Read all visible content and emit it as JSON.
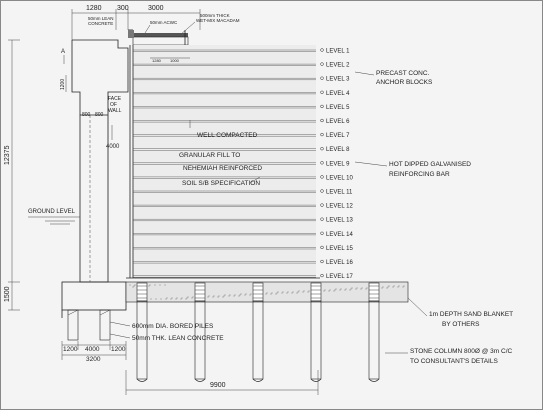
{
  "dims_top": [
    "1280",
    "300",
    "3000"
  ],
  "top_labels": {
    "lean_concrete": "50mm LEAN\nCONCRETE",
    "asphalt": "50mm ACWC",
    "macadam": "500mm THICK\nWET-MIX MACADAM"
  },
  "left_dims": {
    "h1200": "1200",
    "d800a": "800",
    "d800b": "800",
    "face_of_wall": "FACE\nOF\nWALL",
    "d4000": "4000",
    "h12375": "12375",
    "ground_level": "GROUND LEVEL",
    "h1500": "1500"
  },
  "section_marker": "A",
  "small_dims": [
    "1280",
    "1000"
  ],
  "levels": [
    "LEVEL 1",
    "LEVEL 2",
    "LEVEL 3",
    "LEVEL 4",
    "LEVEL 5",
    "LEVEL 6",
    "LEVEL 7",
    "LEVEL 8",
    "LEVEL 9",
    "LEVEL 10",
    "LEVEL 11",
    "LEVEL 12",
    "LEVEL 13",
    "LEVEL 14",
    "LEVEL 15",
    "LEVEL 16",
    "LEVEL 17"
  ],
  "callouts": {
    "precast": "PRECAST CONC.\nANCHOR BLOCKS",
    "galvanised": "HOT DIPPED GALVANISED\nREINFORCING BAR",
    "fill": "WELL COMPACTED\nGRANULAR FILL TO\nNEHEMIAH REINFORCED\nSOIL S/B SPECIFICATION",
    "sand": "1m DEPTH SAND BLANKET\nBY OTHERS",
    "piles": "600mm DIA. BORED PILES",
    "lean": "50mm THK. LEAN CONCRETE",
    "stone": "STONE COLUMN 800Ø @ 3m C/C\nTO CONSULTANT'S DETAILS"
  },
  "bottom_dims": [
    "1200",
    "4000",
    "1200",
    "3200"
  ],
  "width_dim": "9900"
}
